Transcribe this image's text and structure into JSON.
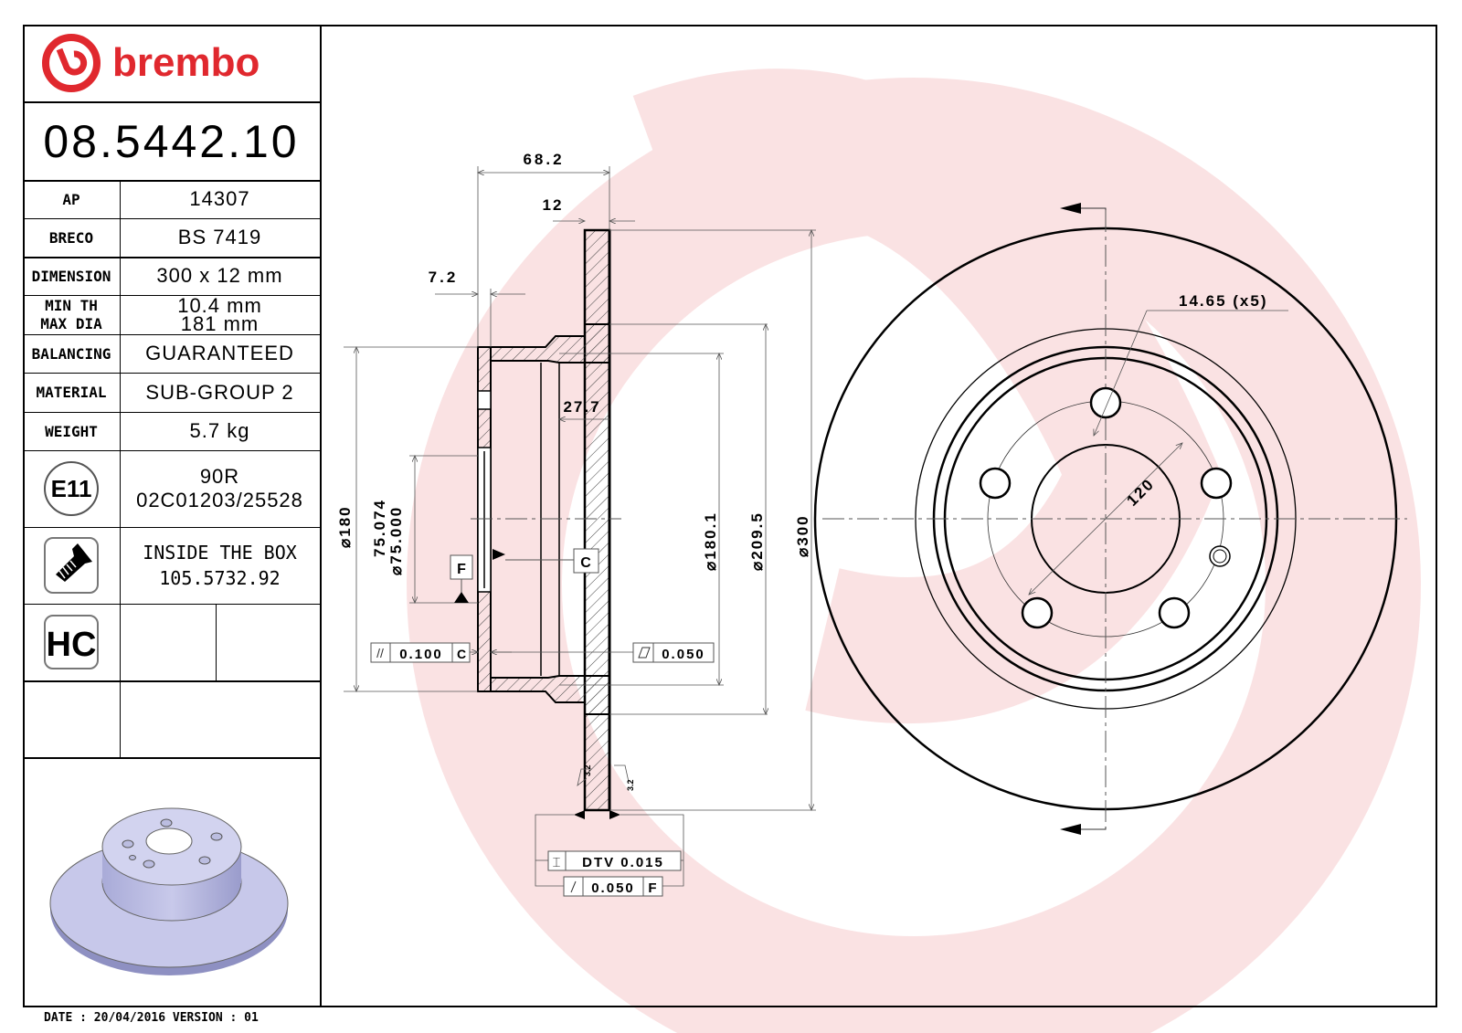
{
  "brand": {
    "name": "brembo",
    "color": "#e0282e"
  },
  "part_number": "08.5442.10",
  "specs": [
    {
      "label": "AP",
      "value": "14307"
    },
    {
      "label": "BRECO",
      "value": "BS 7419"
    },
    {
      "label": "DIMENSION",
      "value": "300 x 12 mm"
    },
    {
      "label": "MIN TH",
      "value": "10.4 mm",
      "label2": "MAX DIA",
      "value2": "181 mm"
    },
    {
      "label": "BALANCING",
      "value": "GUARANTEED"
    },
    {
      "label": "MATERIAL",
      "value": "SUB-GROUP 2"
    },
    {
      "label": "WEIGHT",
      "value": "5.7 kg"
    }
  ],
  "homologation": {
    "icon": "e11-mark-icon",
    "badge": "E11",
    "line1": "90R",
    "line2": "02C01203/25528"
  },
  "screws": {
    "icon": "screw-icon",
    "line1": "INSIDE THE BOX",
    "line2": "105.5732.92"
  },
  "hc": {
    "icon": "hc-badge-icon",
    "badge": "HC"
  },
  "footer": {
    "text": "DATE : 20/04/2016 VERSION : 01"
  },
  "drawing": {
    "section_dims": {
      "overall_height": "68.2",
      "disc_thickness": "12",
      "hat_wall": "7.2",
      "hat_depth": "27.7",
      "dia_180": "180",
      "centre_bore_max": "75.074",
      "centre_bore_min": "75.000",
      "dia_180_1": "180.1",
      "dia_209_5": "209.5",
      "dia_300": "300",
      "roughness_left": "3.2",
      "roughness_right": "3.2"
    },
    "datums": {
      "f": "F",
      "c": "C"
    },
    "tolerances": {
      "parallelism": {
        "symbol": "//",
        "value": "0.100",
        "datum": "C"
      },
      "flatness": {
        "symbol": "▱",
        "value": "0.050"
      },
      "dtv": {
        "symbol": "⌶",
        "value": "DTV 0.015"
      },
      "runout": {
        "symbol": "↗",
        "value": "0.050",
        "datum": "F"
      }
    },
    "front_view": {
      "bolt_hole": "14.65 (x5)",
      "pcd": "120"
    }
  }
}
